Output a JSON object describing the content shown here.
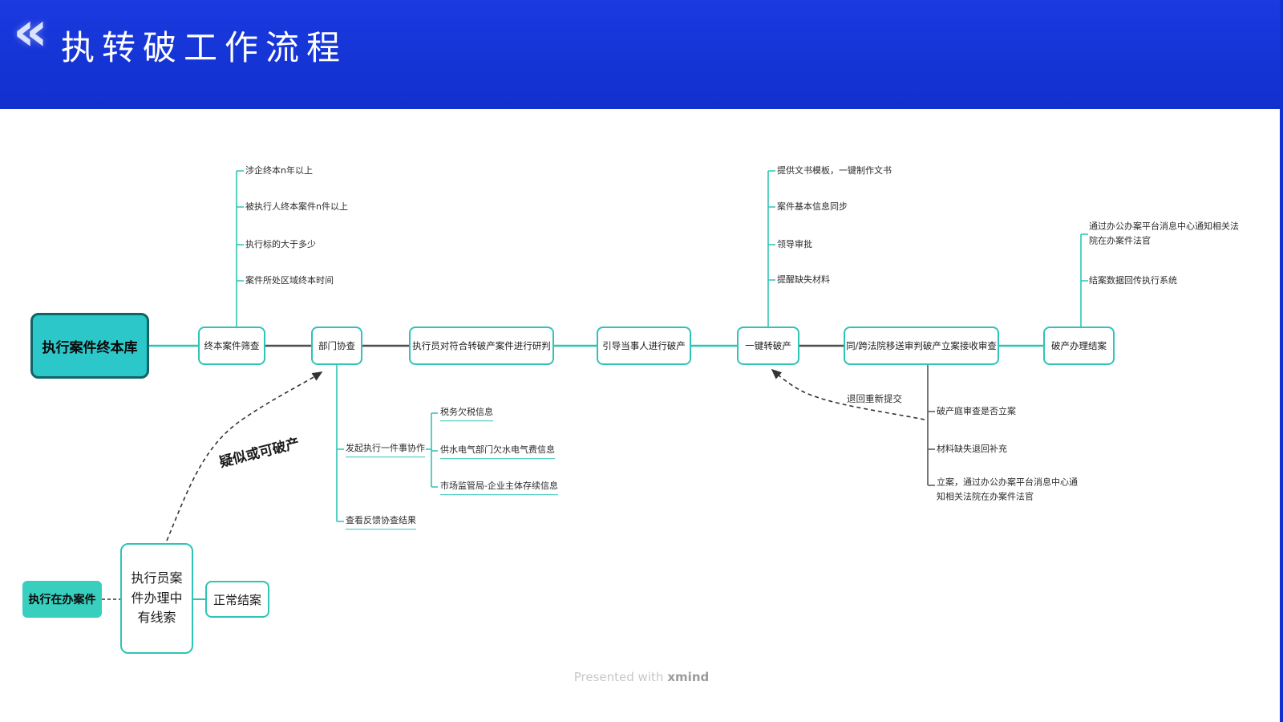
{
  "header": {
    "back_icon": "«",
    "title": "执转破工作流程"
  },
  "main_flow": {
    "nodes": [
      {
        "label": "执行案件终本库"
      },
      {
        "label": "终本案件筛查"
      },
      {
        "label": "部门协查"
      },
      {
        "label": "执行员对符合转破产案件进行研判"
      },
      {
        "label": "引导当事人进行破产"
      },
      {
        "label": "一键转破产"
      },
      {
        "label": "同/跨法院移送审判破产立案接收审查"
      },
      {
        "label": "破产办理结案"
      }
    ]
  },
  "branches": {
    "screening_criteria": {
      "items": [
        "涉企终本n年以上",
        "被执行人终本案件n件以上",
        "执行标的大于多少",
        "案件所处区域终本时间"
      ]
    },
    "one_key_transfer": {
      "items": [
        "提供文书模板，一键制作文书",
        "案件基本信息同步",
        "领导审批",
        "提醒缺失材料"
      ]
    },
    "department_assistance": {
      "initiate_label": "发起执行一件事协作",
      "initiate_children": [
        "税务欠税信息",
        "供水电气部门欠水电气费信息",
        "市场监管局-企业主体存续信息"
      ],
      "view_results_label": "查看反馈协查结果"
    },
    "filing_review": {
      "items": [
        "破产庭审查是否立案",
        "材料缺失退回补充",
        "立案，通过办公办案平台消息中心通知相关法院在办案件法官"
      ]
    },
    "case_closing": {
      "items": [
        "通过办公办案平台消息中心通知相关法院在办案件法官",
        "结案数据回传执行系统"
      ]
    }
  },
  "secondary_flow": {
    "nodes": [
      {
        "label": "执行在办案件"
      },
      {
        "label": "执行员案件办理中有线索"
      },
      {
        "label": "正常结案"
      }
    ]
  },
  "annotations": {
    "suspected_bankruptcy": "疑似或可破产",
    "resubmit": "退回重新提交"
  },
  "footer": {
    "watermark_prefix": "Presented with",
    "watermark_brand": "xmind"
  },
  "colors": {
    "accent": "#2ec4b6",
    "header": "#1130cd",
    "root_fill": "#2bc7c9",
    "secondary_fill": "#38cfbf",
    "dark_line": "#4e4e4e"
  }
}
